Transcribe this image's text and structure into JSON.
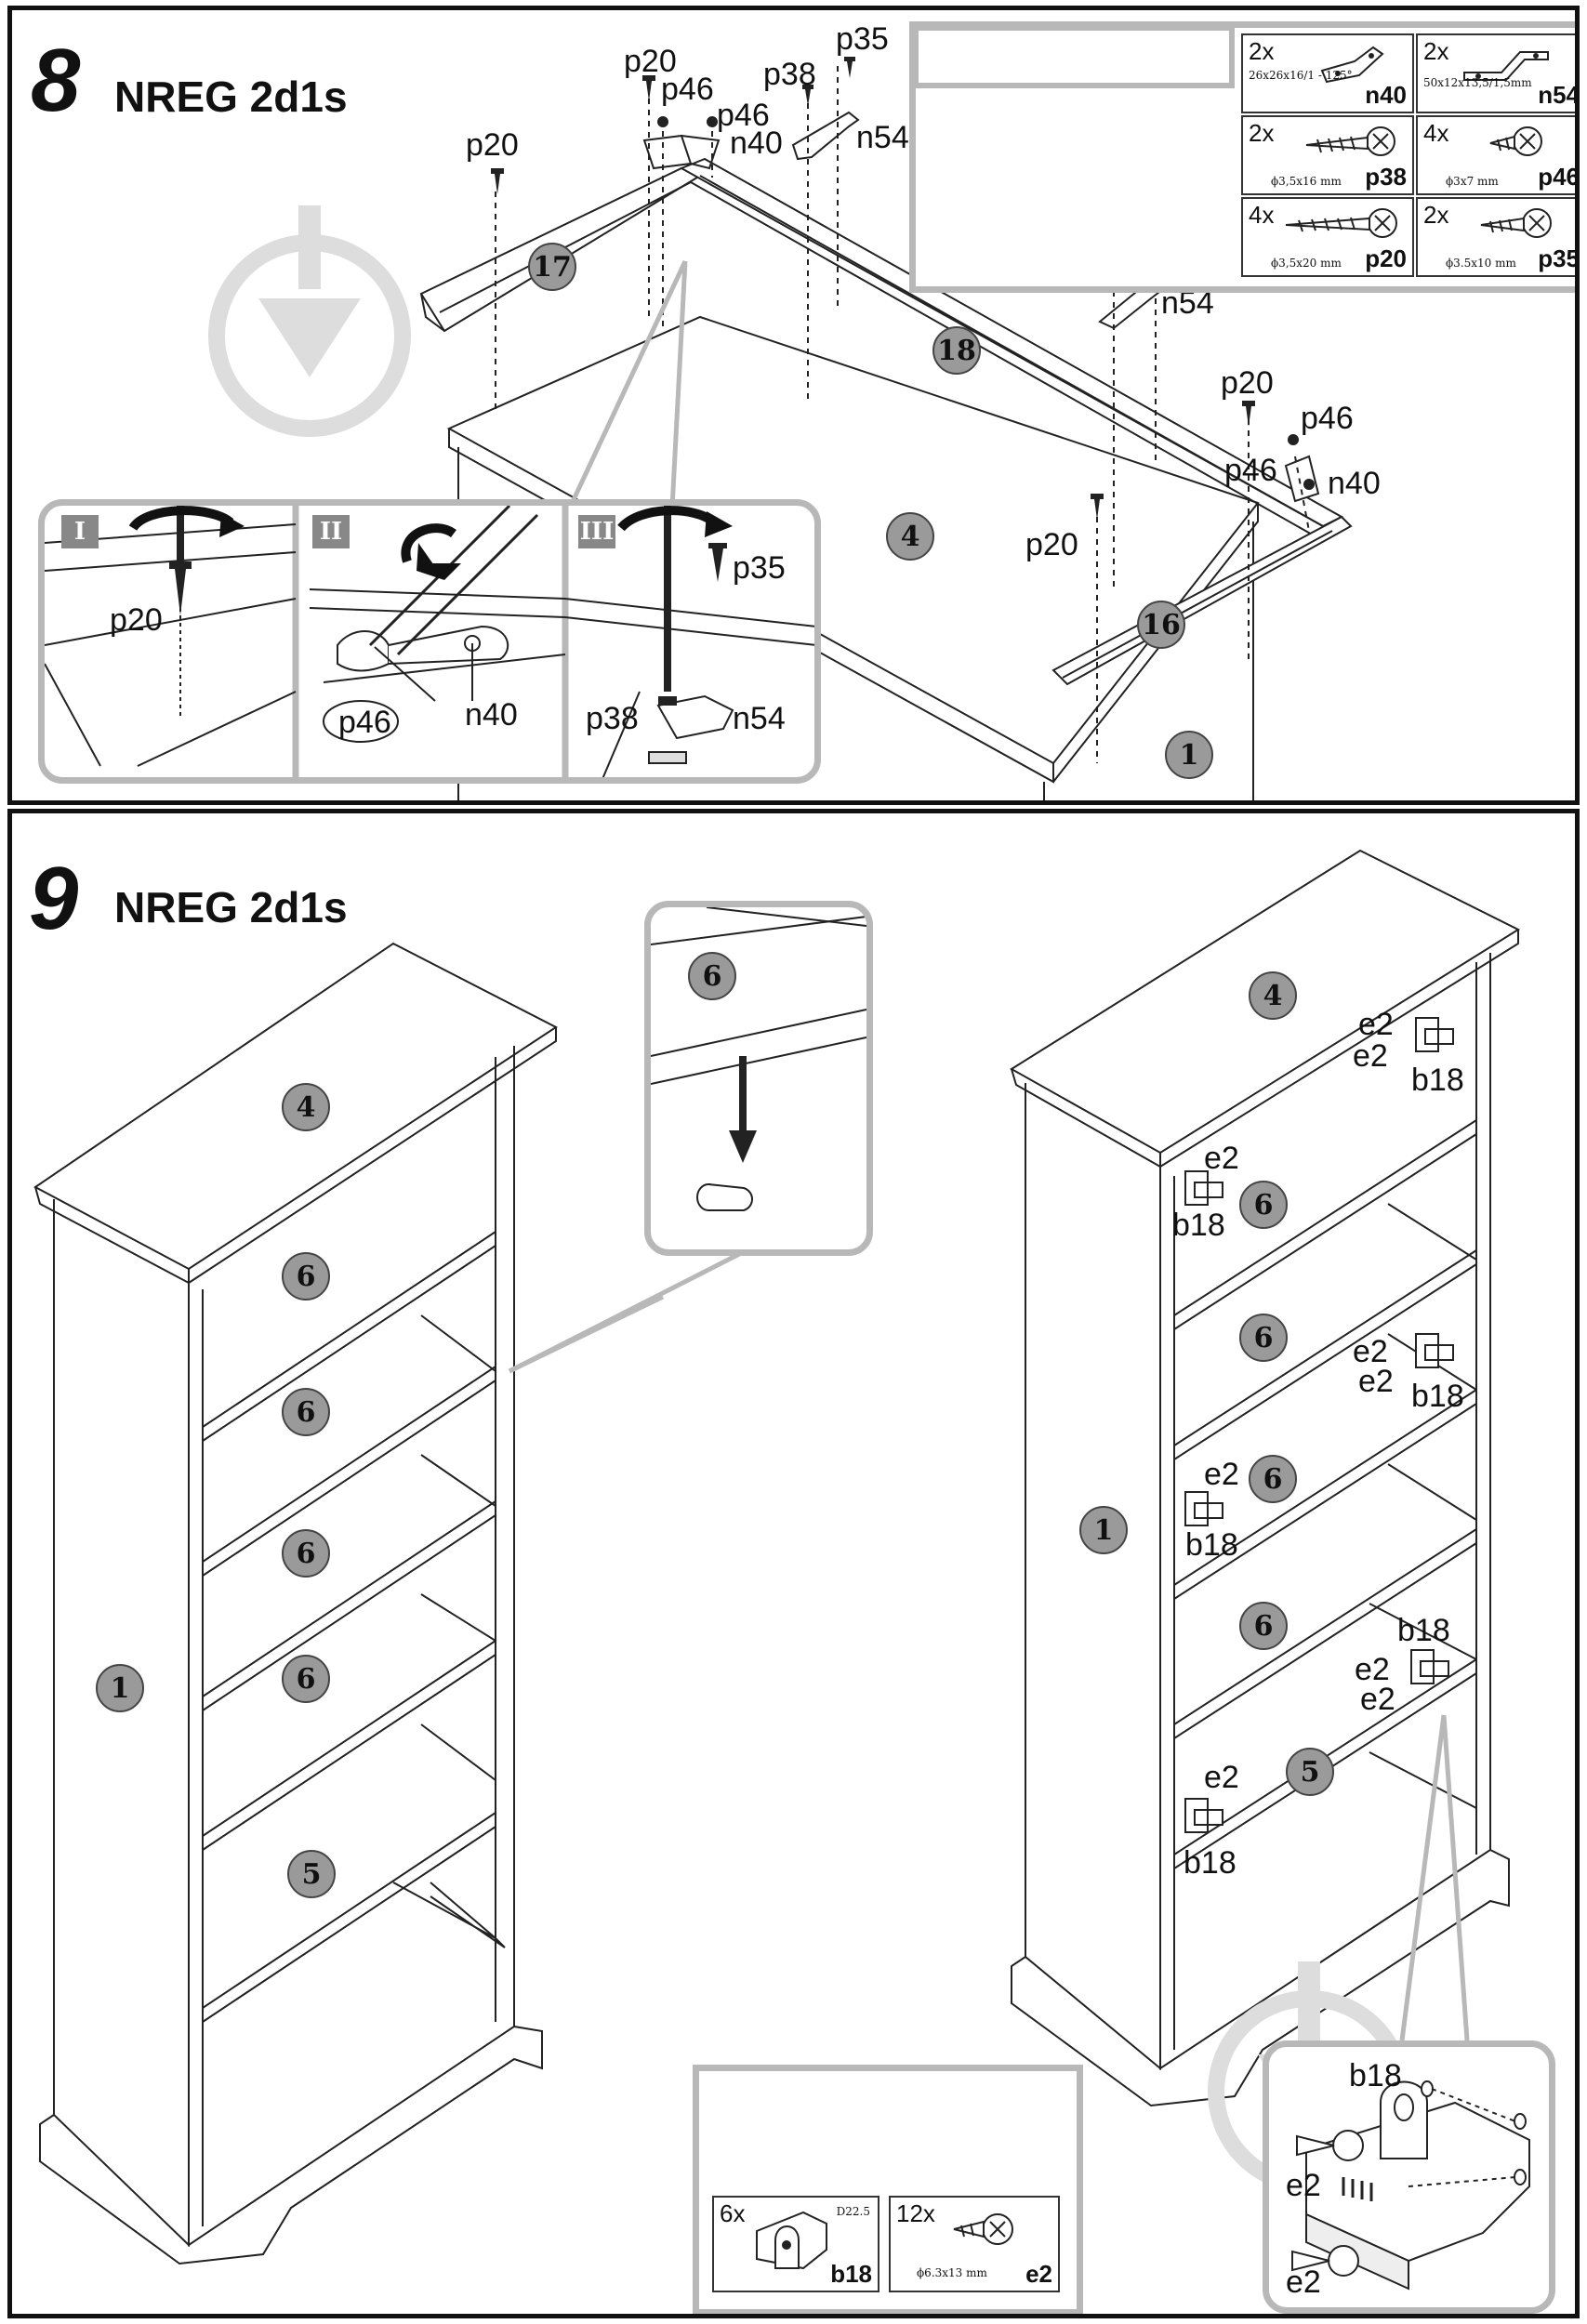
{
  "step8": {
    "number": "8",
    "title": "NREG 2d1s",
    "parts": [
      {
        "qty": "2x",
        "dims": "26x26x16/1 - 125°",
        "code": "n40",
        "icon": "angle-bracket-icon"
      },
      {
        "qty": "2x",
        "dims": "50x12x13,5/1,5mm",
        "code": "n54",
        "icon": "plate-bracket-icon"
      },
      {
        "qty": "2x",
        "dims": "ϕ3,5x16 mm",
        "code": "p38",
        "icon": "screw-icon"
      },
      {
        "qty": "4x",
        "dims": "ϕ3x7 mm",
        "code": "p46",
        "icon": "short-screw-icon"
      },
      {
        "qty": "4x",
        "dims": "ϕ3,5x20 mm",
        "code": "p20",
        "icon": "long-screw-icon"
      },
      {
        "qty": "2x",
        "dims": "ϕ3.5x10 mm",
        "code": "p35",
        "icon": "screw-icon"
      }
    ],
    "part_badges": {
      "b17": "17",
      "b18": "18",
      "b4": "4",
      "b16": "16",
      "b1": "1"
    },
    "labels": {
      "p20": "p20",
      "p46": "p46",
      "n40": "n40",
      "p38": "p38",
      "p35": "p35",
      "n54": "n54"
    },
    "details": [
      {
        "roman": "I",
        "labels": [
          "p20"
        ]
      },
      {
        "roman": "II",
        "labels": [
          "p46",
          "n40"
        ]
      },
      {
        "roman": "III",
        "labels": [
          "p35",
          "p38",
          "n54"
        ]
      }
    ]
  },
  "step9": {
    "number": "9",
    "title": "NREG 2d1s",
    "left_badges": {
      "top": "4",
      "shelf1": "6",
      "shelf2": "6",
      "shelf3": "6",
      "shelf4": "6",
      "bottom": "5",
      "side": "1"
    },
    "zoom_badge": "6",
    "right_badges": {
      "top": "4",
      "shelf1": "6",
      "shelf2": "6",
      "shelf3": "6",
      "shelf4": "6",
      "bottom": "5",
      "side": "1"
    },
    "labels": {
      "e2": "e2",
      "b18": "b18"
    },
    "parts": [
      {
        "qty": "6x",
        "dims": "D22.5",
        "code": "b18",
        "icon": "hinge-plate-icon"
      },
      {
        "qty": "12x",
        "dims": "ϕ6.3x13 mm",
        "code": "e2",
        "icon": "screw-icon"
      }
    ]
  }
}
